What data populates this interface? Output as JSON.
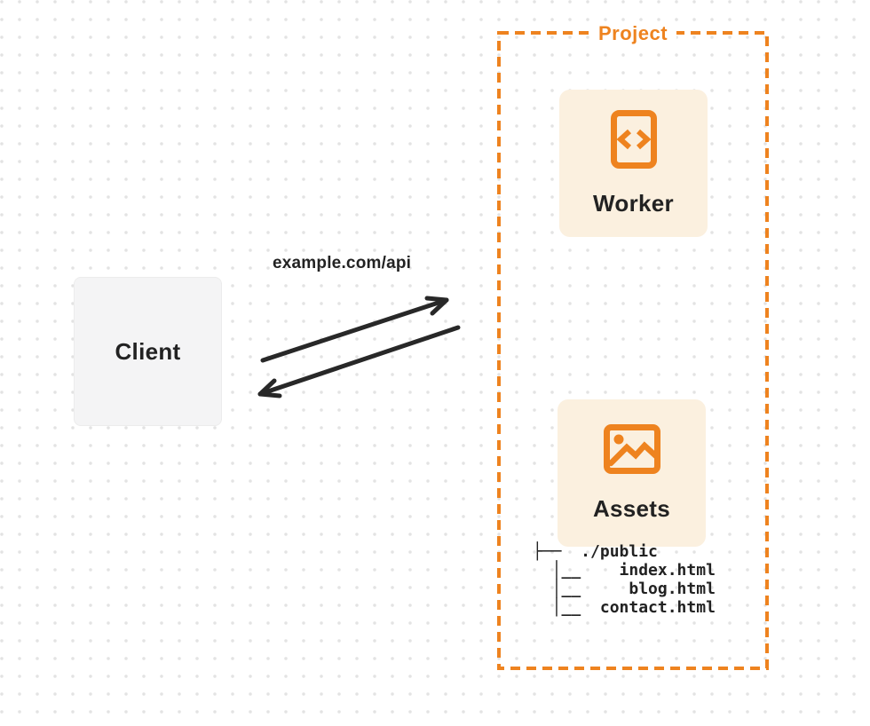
{
  "colors": {
    "accent": "#ee831f",
    "node_bg": "#fbf0df",
    "client_bg": "#f4f4f5",
    "client_border": "#ececec",
    "text_dark": "#222222",
    "arrow": "#282828",
    "dot": "#e3e3e3",
    "canvas_bg": "#ffffff"
  },
  "client": {
    "label": "Client"
  },
  "connection": {
    "url": "example.com/api"
  },
  "project": {
    "label": "Project",
    "worker": {
      "label": "Worker",
      "icon": "code-icon"
    },
    "assets": {
      "label": "Assets",
      "icon": "image-icon",
      "tree": {
        "lines": [
          "├──  ./public",
          "  │__    index.html",
          "  │__     blog.html",
          "  │__  contact.html"
        ]
      }
    }
  }
}
